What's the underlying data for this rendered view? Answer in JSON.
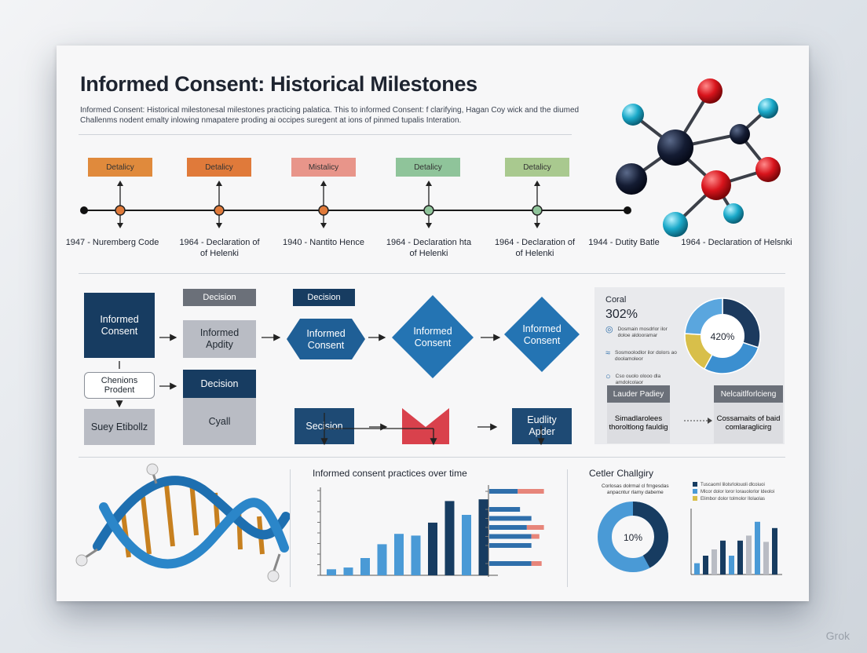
{
  "header": {
    "title": "Informed Consent: Historical Milestones",
    "subtitle": "Informed Consent: Historical milestonesal milestones practicing palatica. This to informed Consent: f clarifying, Hagan Coy wick and the diumed Challenms nodent emalty inlowing nmapatere proding ai occipes suregent at ions of pinmed tupalis Interation."
  },
  "timeline": {
    "boxes": [
      {
        "label": "Detalicy",
        "color": "#e08a3c"
      },
      {
        "label": "Detalicy",
        "color": "#e07a3a"
      },
      {
        "label": "Mistalicy",
        "color": "#e8958a"
      },
      {
        "label": "Detalicy",
        "color": "#8fc49a"
      },
      {
        "label": "Detalicy",
        "color": "#a9c98f"
      }
    ],
    "events": [
      "1947 - Nuremberg Code",
      "1964 - Declaration of\nof Helenki",
      "1940 - Nantito Hence",
      "1964 - Declaration hta\nof Helenki",
      "1964 - Declaration of\nof Helenki",
      "1944 - Dutity Batle",
      "1964 - Declaration of Helsnki"
    ]
  },
  "flow": {
    "informed_consent": "Informed\nConsent",
    "decision_tag_1": "Decision",
    "informed_apdity": "Informed\nApdity",
    "decision_tag_2": "Decision",
    "diamond_1": "Informed\nConsent",
    "diamond_2": "Informed\nConsent",
    "diamond_3": "Informed\nConsent",
    "chenions_prodent": "Chenions\nProdent",
    "decision_box": "Decision",
    "suey_etibollz": "Suey Etibollz",
    "cyall": "Cyall",
    "secision": "Secision",
    "eudlity_apder": "Eudlity\nApder"
  },
  "stats_card": {
    "label": "Coral",
    "value": "302%",
    "donut_center": "420%",
    "rows": [
      "Dosmain mosdrlor ilor doloe aldooramar",
      "Sosmoolodlor ilor dolors ao doolamoleor",
      "Cso ouolo olooo dla amdolcolaor"
    ],
    "btn_left": "Lauder Padiey",
    "btn_right": "Nelcaitlforlcieng",
    "text_left": "Simadlarolees\nthoroltlong fauldig",
    "text_right": "Cossamaits of baid\ncomlaraglicirg",
    "donut_colors": [
      "#1c3a5e",
      "#3b8fd0",
      "#d8bf4a",
      "#5aa6de"
    ]
  },
  "bar_chart": {
    "title": "Informed consent practices over time",
    "color_light": "#4a9ad6",
    "color_dark": "#173c61"
  },
  "hbar_chart": {
    "color_blue": "#2f6fab",
    "color_accent": "#e7857a"
  },
  "right_panel": {
    "title": "Cetler Challgiry",
    "legend_text": "Corlosas dolrmal cl frngesdas\nanpacntur rlamy dabeme",
    "donut_center": "10%",
    "legend_rows": [
      "Tuscaoml lilolsrlolouoli dlcoiuoi",
      "Mlcor dolor loror lorauolorlor ldeoloi",
      "Elimbor dolor tolmolor Ilolaolas"
    ]
  },
  "chart_data": [
    {
      "type": "bar",
      "title": "Informed consent practices over time",
      "values": [
        7,
        9,
        20,
        36,
        48,
        46,
        61,
        86,
        70,
        88
      ],
      "ylim": [
        0,
        100
      ]
    },
    {
      "type": "bar",
      "values": [
        25,
        0,
        27,
        37,
        33,
        37,
        37,
        0,
        37,
        0
      ],
      "accent": [
        48,
        0,
        0,
        0,
        48,
        44,
        0,
        0,
        46,
        0
      ]
    },
    {
      "type": "bar",
      "values": [
        18,
        30,
        40,
        54,
        30,
        54,
        62,
        84,
        52,
        74
      ],
      "ylim": [
        0,
        100
      ]
    }
  ],
  "watermark": "Grok"
}
